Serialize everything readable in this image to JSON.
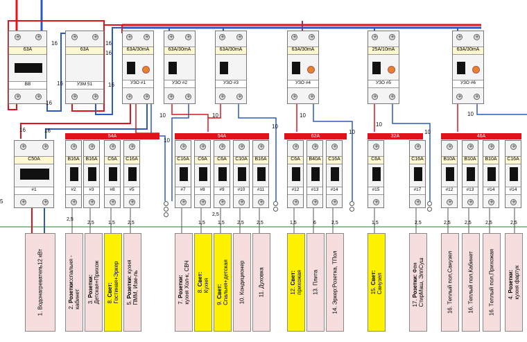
{
  "top_devices": [
    {
      "rating": "63A",
      "name": "ВВ"
    },
    {
      "rating": "63A",
      "name": "УЗМ 51"
    },
    {
      "rating": "63A/30mA",
      "name": "УЗО #1"
    },
    {
      "rating": "63A/30mA",
      "name": "УЗО #2"
    },
    {
      "rating": "63A/30mA",
      "name": "УЗО #3"
    },
    {
      "rating": "63A/30mA",
      "name": "УЗО #4"
    },
    {
      "rating": "25A/10mA",
      "name": "УЗО #5"
    },
    {
      "rating": "63A/30mA",
      "name": "УЗО #6"
    }
  ],
  "buses": [
    "54A",
    "54A",
    "62A",
    "32A",
    "46A"
  ],
  "breakers": [
    {
      "rating": "C50A",
      "name": "#1"
    },
    {
      "rating": "B16A",
      "name": "#2"
    },
    {
      "rating": "B16A",
      "name": "#3"
    },
    {
      "rating": "C6A",
      "name": "#8"
    },
    {
      "rating": "C16A",
      "name": "#5"
    },
    {
      "rating": "C16A",
      "name": "#7"
    },
    {
      "rating": "C6A",
      "name": "#8"
    },
    {
      "rating": "C6A",
      "name": "#9"
    },
    {
      "rating": "C10A",
      "name": "#10"
    },
    {
      "rating": "B16A",
      "name": "#11"
    },
    {
      "rating": "C6A",
      "name": "#12"
    },
    {
      "rating": "B40A",
      "name": "#13"
    },
    {
      "rating": "C16A",
      "name": "#14"
    },
    {
      "rating": "C6A",
      "name": "#15"
    },
    {
      "rating": "C16A",
      "name": "#17"
    },
    {
      "rating": "B10A",
      "name": "#12"
    },
    {
      "rating": "B10A",
      "name": "#13"
    },
    {
      "rating": "B10A",
      "name": "#14"
    },
    {
      "rating": "C16A",
      "name": "#14"
    }
  ],
  "wire_labels": {
    "w16": "16",
    "w10": "10",
    "w6": "6",
    "w25": "2,5",
    "w15": "1,5",
    "edge": "5"
  },
  "circuits": [
    {
      "b1": "",
      "t1": "1. Водонагреватель",
      "t2": "12 кВт"
    },
    {
      "b1": "Розетки:",
      "t1": "2. ",
      "t2": "спальня -",
      "t3": "кабинет"
    },
    {
      "b1": "Розетки:",
      "t1": "3. ",
      "t2": "",
      "t3": "Детская+Прихож"
    },
    {
      "b1": "Свет:",
      "t1": "8. ",
      "t2": "",
      "t3": "Гостиная+Эркер"
    },
    {
      "b1": "Розетки:",
      "t1": "5. ",
      "t2": " кухня",
      "t3": "ПММ, Изм-ль"
    },
    {
      "b1": "Розетки:",
      "t1": "7. ",
      "t2": "",
      "t3": "кухня Хол-к, СВЧ"
    },
    {
      "b1": "Свет:",
      "t1": "8. ",
      "t2": "",
      "t3": "Кухня"
    },
    {
      "b1": "Свет:",
      "t1": "9. ",
      "t2": "",
      "t3": "Спальня+детская"
    },
    {
      "b1": "",
      "t1": "10. Кондиционер",
      "t2": ""
    },
    {
      "b1": "",
      "t1": "11. Духовка",
      "t2": ""
    },
    {
      "b1": "Свет:",
      "t1": "12. ",
      "t2": "",
      "t3": "прихожая"
    },
    {
      "b1": "",
      "t1": "13. Плита",
      "t2": ""
    },
    {
      "b1": "",
      "t1": "14. Эркер:",
      "t2": "Розетка, ТПол"
    },
    {
      "b1": "Свет:",
      "t1": "15. ",
      "t2": "",
      "t3": "Санузел"
    },
    {
      "b1": "Розетки:",
      "t1": "17. ",
      "t2": " Фен",
      "t3": "СтирМаш, ЭлпСуш"
    },
    {
      "b1": "",
      "t1": "16. Теплый пол,",
      "t2": "Санузел"
    },
    {
      "b1": "",
      "t1": "16. Теплый пол,",
      "t2": "Кабинет"
    },
    {
      "b1": "",
      "t1": "16. Теплый пол,",
      "t2": "Прихожая"
    },
    {
      "b1": "Розетки:",
      "t1": "4. ",
      "t2": "",
      "t3": "кухня фартук"
    }
  ]
}
